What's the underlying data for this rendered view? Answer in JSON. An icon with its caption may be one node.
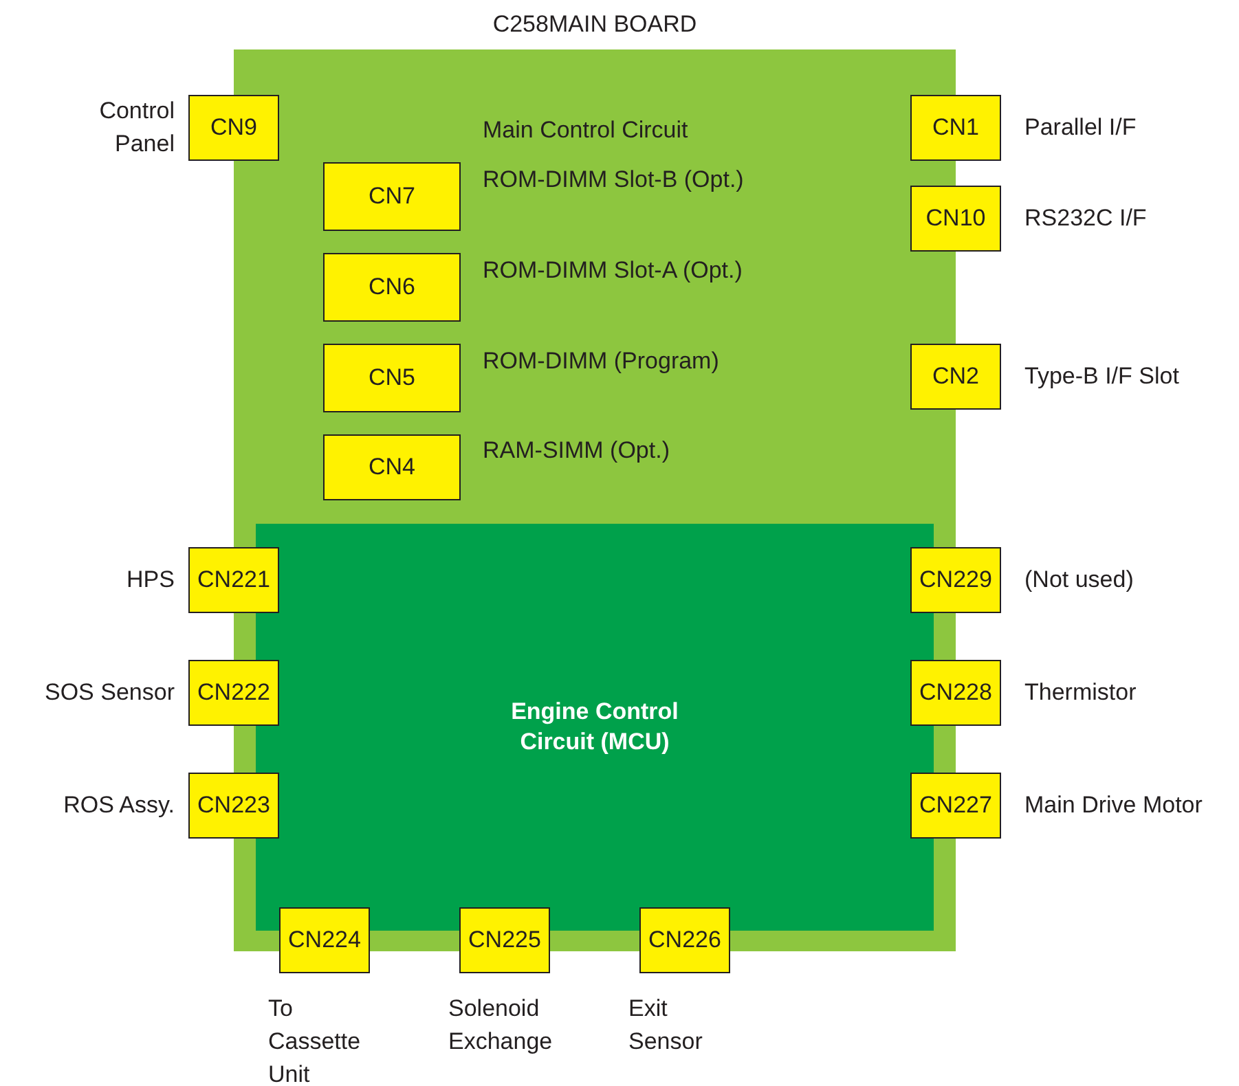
{
  "diagram": {
    "nodes": [
      {
        "text": [
          "C258MAIN BOARD",
          "Main Control Circuit"
        ]
      },
      {
        "text": [
          "CN9"
        ],
        "beside": [
          "Control Panel"
        ]
      },
      {
        "text": [
          "CN1"
        ],
        "beside": [
          "Parallel I/F"
        ]
      },
      {
        "text": [
          "CN7"
        ],
        "beside": [
          "ROM-DIMM Slot-B (Opt.)"
        ],
        "in": 0
      },
      {
        "text": [
          "CN10"
        ],
        "beside": [
          "RS232C I/F"
        ]
      },
      {
        "text": [
          "CN6"
        ],
        "beside": [
          "ROM-DIMM Slot-A (Opt.)"
        ],
        "in": 0
      },
      {
        "text": [
          "CN5"
        ],
        "beside": [
          "ROM-DIMM (Program)"
        ],
        "in": 0
      },
      {
        "text": [
          "CN2"
        ],
        "beside": [
          "Type-B I/F Slot"
        ]
      },
      {
        "text": [
          "CN4"
        ],
        "beside": [
          "RAM-SIMM (Opt.)"
        ],
        "in": 0
      },
      {
        "text": [
          "Engine Control Circuit (MCU)"
        ],
        "in": 0
      },
      {
        "text": [
          "CN221"
        ],
        "beside": [
          "HPS"
        ]
      },
      {
        "text": [
          "CN229"
        ],
        "beside": [
          "(Not used)"
        ]
      },
      {
        "text": [
          "CN222"
        ],
        "beside": [
          "SOS Sensor"
        ]
      },
      {
        "text": [
          "CN228"
        ],
        "beside": [
          "Thermistor"
        ]
      },
      {
        "text": [
          "CN223"
        ],
        "beside": [
          "ROS Assy."
        ]
      },
      {
        "text": [
          "CN227"
        ],
        "beside": [
          "Main Drive Motor"
        ]
      },
      {
        "text": [
          "CN224"
        ],
        "beside": [
          "To Cassette Unit"
        ]
      },
      {
        "text": [
          "CN225"
        ],
        "beside": [
          "Solenoid Exchange"
        ]
      },
      {
        "text": [
          "CN226"
        ],
        "beside": [
          "Exit Sensor"
        ]
      }
    ]
  }
}
